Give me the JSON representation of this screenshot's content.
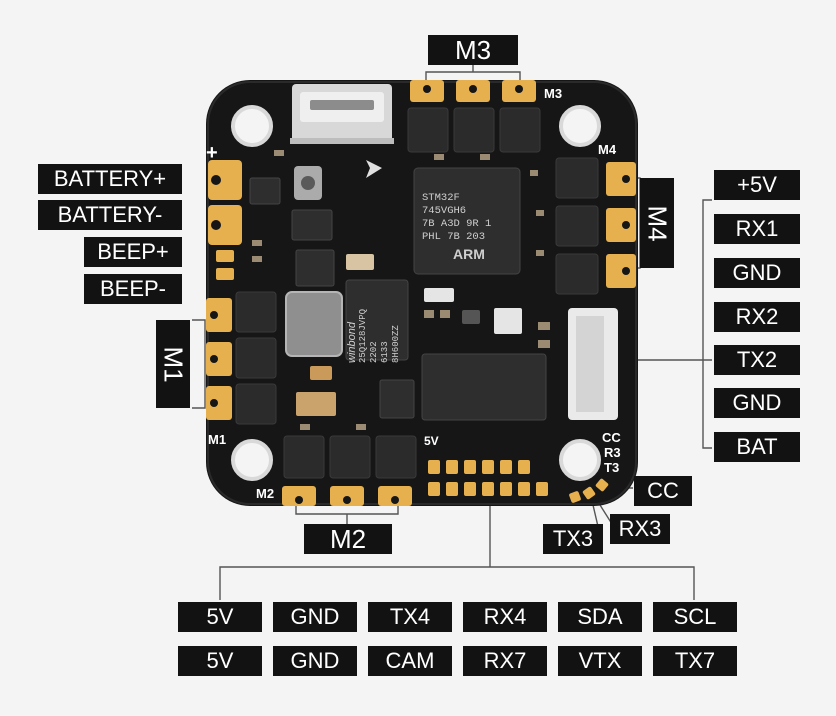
{
  "labels": {
    "m3": "M3",
    "m4": "M4",
    "m1": "M1",
    "m2": "M2",
    "left": [
      "BATTERY+",
      "BATTERY-",
      "BEEP+",
      "BEEP-"
    ],
    "right": [
      "+5V",
      "RX1",
      "GND",
      "RX2",
      "TX2",
      "GND",
      "BAT"
    ],
    "cc": "CC",
    "rx3": "RX3",
    "tx3": "TX3",
    "bottom_row1": [
      "5V",
      "GND",
      "TX4",
      "RX4",
      "SDA",
      "SCL"
    ],
    "bottom_row2": [
      "5V",
      "GND",
      "CAM",
      "RX7",
      "VTX",
      "TX7"
    ]
  },
  "board": {
    "silk_plus": "+",
    "silk_m1": "M1",
    "silk_m2": "M2",
    "silk_m3": "M3",
    "silk_m4": "M4",
    "silk_5v": "5V",
    "silk_cc": "CC",
    "silk_r3": "R3",
    "silk_t3": "T3",
    "mcu_lines": [
      "STM32F",
      "745VGH6",
      "7B A3D 9R 1",
      "PHL 7B 203"
    ],
    "mcu_brand": "ARM",
    "flash_brand": "winbond",
    "flash_lines": [
      "25Q128JVPQ",
      "2202",
      "6133",
      "8H600ZZ"
    ]
  },
  "colors": {
    "board": "#161616",
    "pad": "#e7b04e",
    "label_bg": "#121212",
    "line": "#555555"
  }
}
